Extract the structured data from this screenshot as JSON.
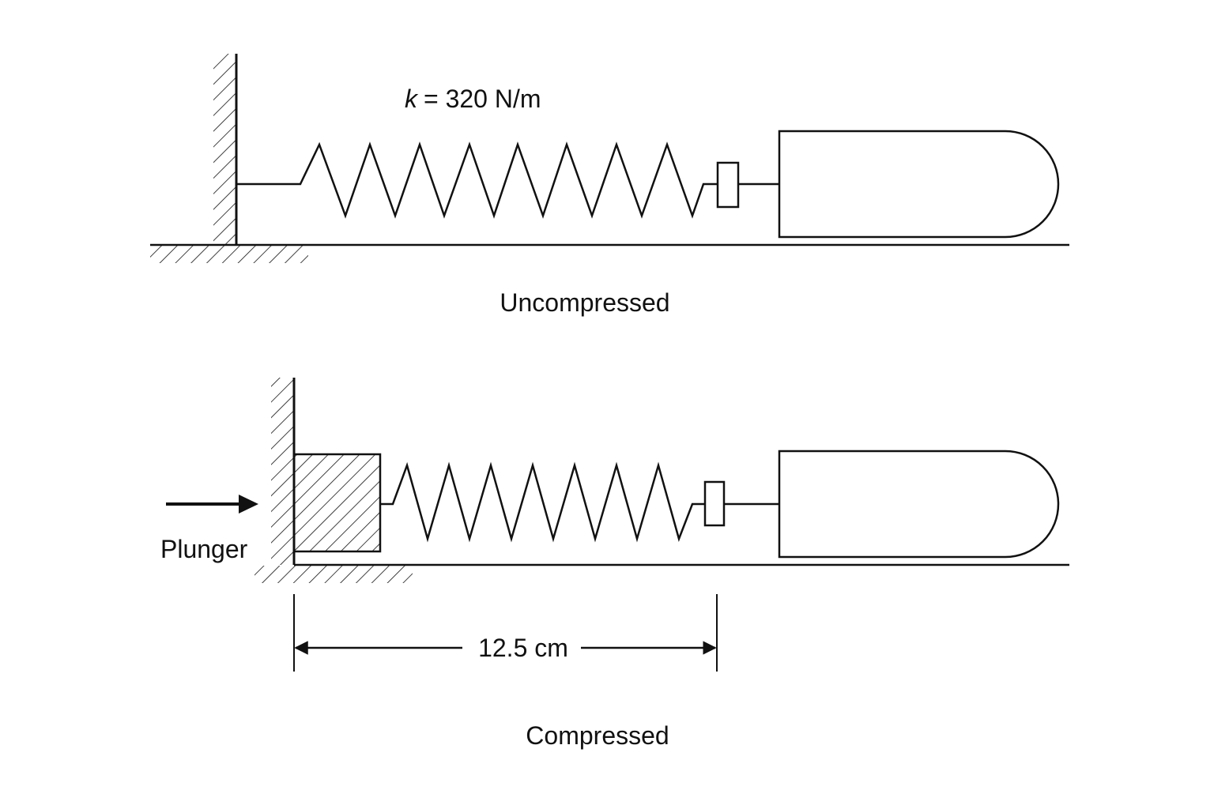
{
  "top_panel": {
    "spring_constant_symbol": "k",
    "spring_constant_value": "= 320 N/m",
    "caption": "Uncompressed"
  },
  "bottom_panel": {
    "force_label": "Plunger",
    "dimension_label": "12.5 cm",
    "caption": "Compressed"
  },
  "colors": {
    "line": "#111111",
    "background": "#ffffff"
  }
}
